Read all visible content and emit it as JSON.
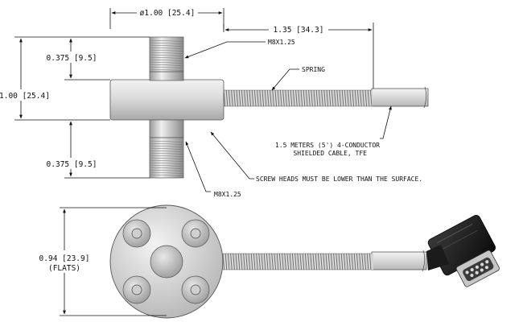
{
  "dimensions": {
    "top_diameter": "ø1.00 [25.4]",
    "cable_length": "1.35 [34.3]",
    "top_stud_height": "0.375 [9.5]",
    "body_height": "1.00 [25.4]",
    "bottom_stud_height": "0.375 [9.5]",
    "flats_value": "0.94 [23.9]",
    "flats_label": "(FLATS)"
  },
  "callouts": {
    "top_thread": "M8X1.25",
    "spring": "SPRING",
    "cable_line1": "1.5 METERS (5') 4-CONDUCTOR",
    "cable_line2": "SHIELDED CABLE, TFE",
    "screw_note": "SCREW HEADS MUST BE LOWER THAN THE SURFACE.",
    "bottom_thread": "M8X1.25"
  },
  "colors": {
    "line": "#111111",
    "metal_light": "#e4e4e4",
    "metal_mid": "#bdbdbd",
    "metal_dark": "#8c8c8c",
    "connector_black": "#151515"
  }
}
